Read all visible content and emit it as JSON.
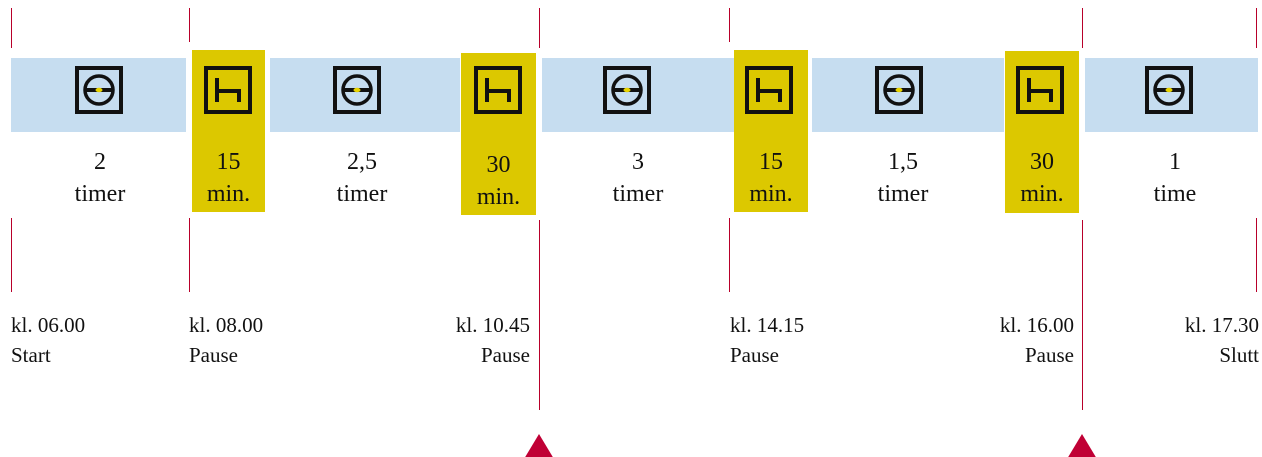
{
  "segments": [
    {
      "kind": "drive",
      "icon": "steering-wheel-icon",
      "line1": "2",
      "line2": "timer"
    },
    {
      "kind": "rest",
      "icon": "bed-icon",
      "line1": "15",
      "line2": "min."
    },
    {
      "kind": "drive",
      "icon": "steering-wheel-icon",
      "line1": "2,5",
      "line2": "timer"
    },
    {
      "kind": "rest",
      "icon": "bed-icon",
      "line1": "30",
      "line2": "min."
    },
    {
      "kind": "drive",
      "icon": "steering-wheel-icon",
      "line1": "3",
      "line2": "timer"
    },
    {
      "kind": "rest",
      "icon": "bed-icon",
      "line1": "15",
      "line2": "min."
    },
    {
      "kind": "drive",
      "icon": "steering-wheel-icon",
      "line1": "1,5",
      "line2": "timer"
    },
    {
      "kind": "rest",
      "icon": "bed-icon",
      "line1": "30",
      "line2": "min."
    },
    {
      "kind": "drive",
      "icon": "steering-wheel-icon",
      "line1": "1",
      "line2": "time"
    }
  ],
  "timestamps": [
    {
      "time": "kl. 06.00",
      "label": "Start"
    },
    {
      "time": "kl. 08.00",
      "label": "Pause"
    },
    {
      "time": "kl. 10.45",
      "label": "Pause"
    },
    {
      "time": "kl. 14.15",
      "label": "Pause"
    },
    {
      "time": "kl. 16.00",
      "label": "Pause"
    },
    {
      "time": "kl. 17.30",
      "label": "Slutt"
    }
  ],
  "colors": {
    "drive_band": "#c6ddf0",
    "rest_box": "#dcc800",
    "divider_line": "#b8002a",
    "marker": "#c00035",
    "icon_dot": "#e8d400"
  }
}
